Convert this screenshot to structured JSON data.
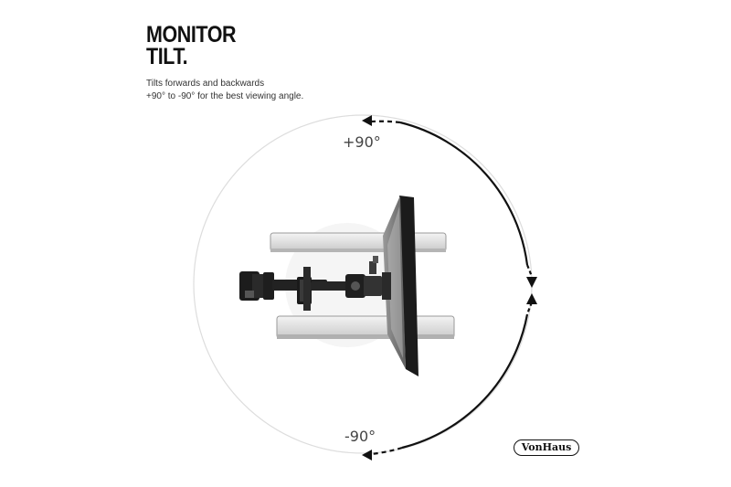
{
  "heading": {
    "line1": "MONITOR",
    "line2": "TILT."
  },
  "description": {
    "line1": "Tilts forwards and backwards",
    "line2": "+90° to -90° for the best viewing angle."
  },
  "angles": {
    "top": "+90°",
    "bottom": "-90°"
  },
  "brand": {
    "logo_text": "VonHaus"
  },
  "colors": {
    "background": "#ffffff",
    "ink": "#111111",
    "circle": "#d6d6d6"
  }
}
